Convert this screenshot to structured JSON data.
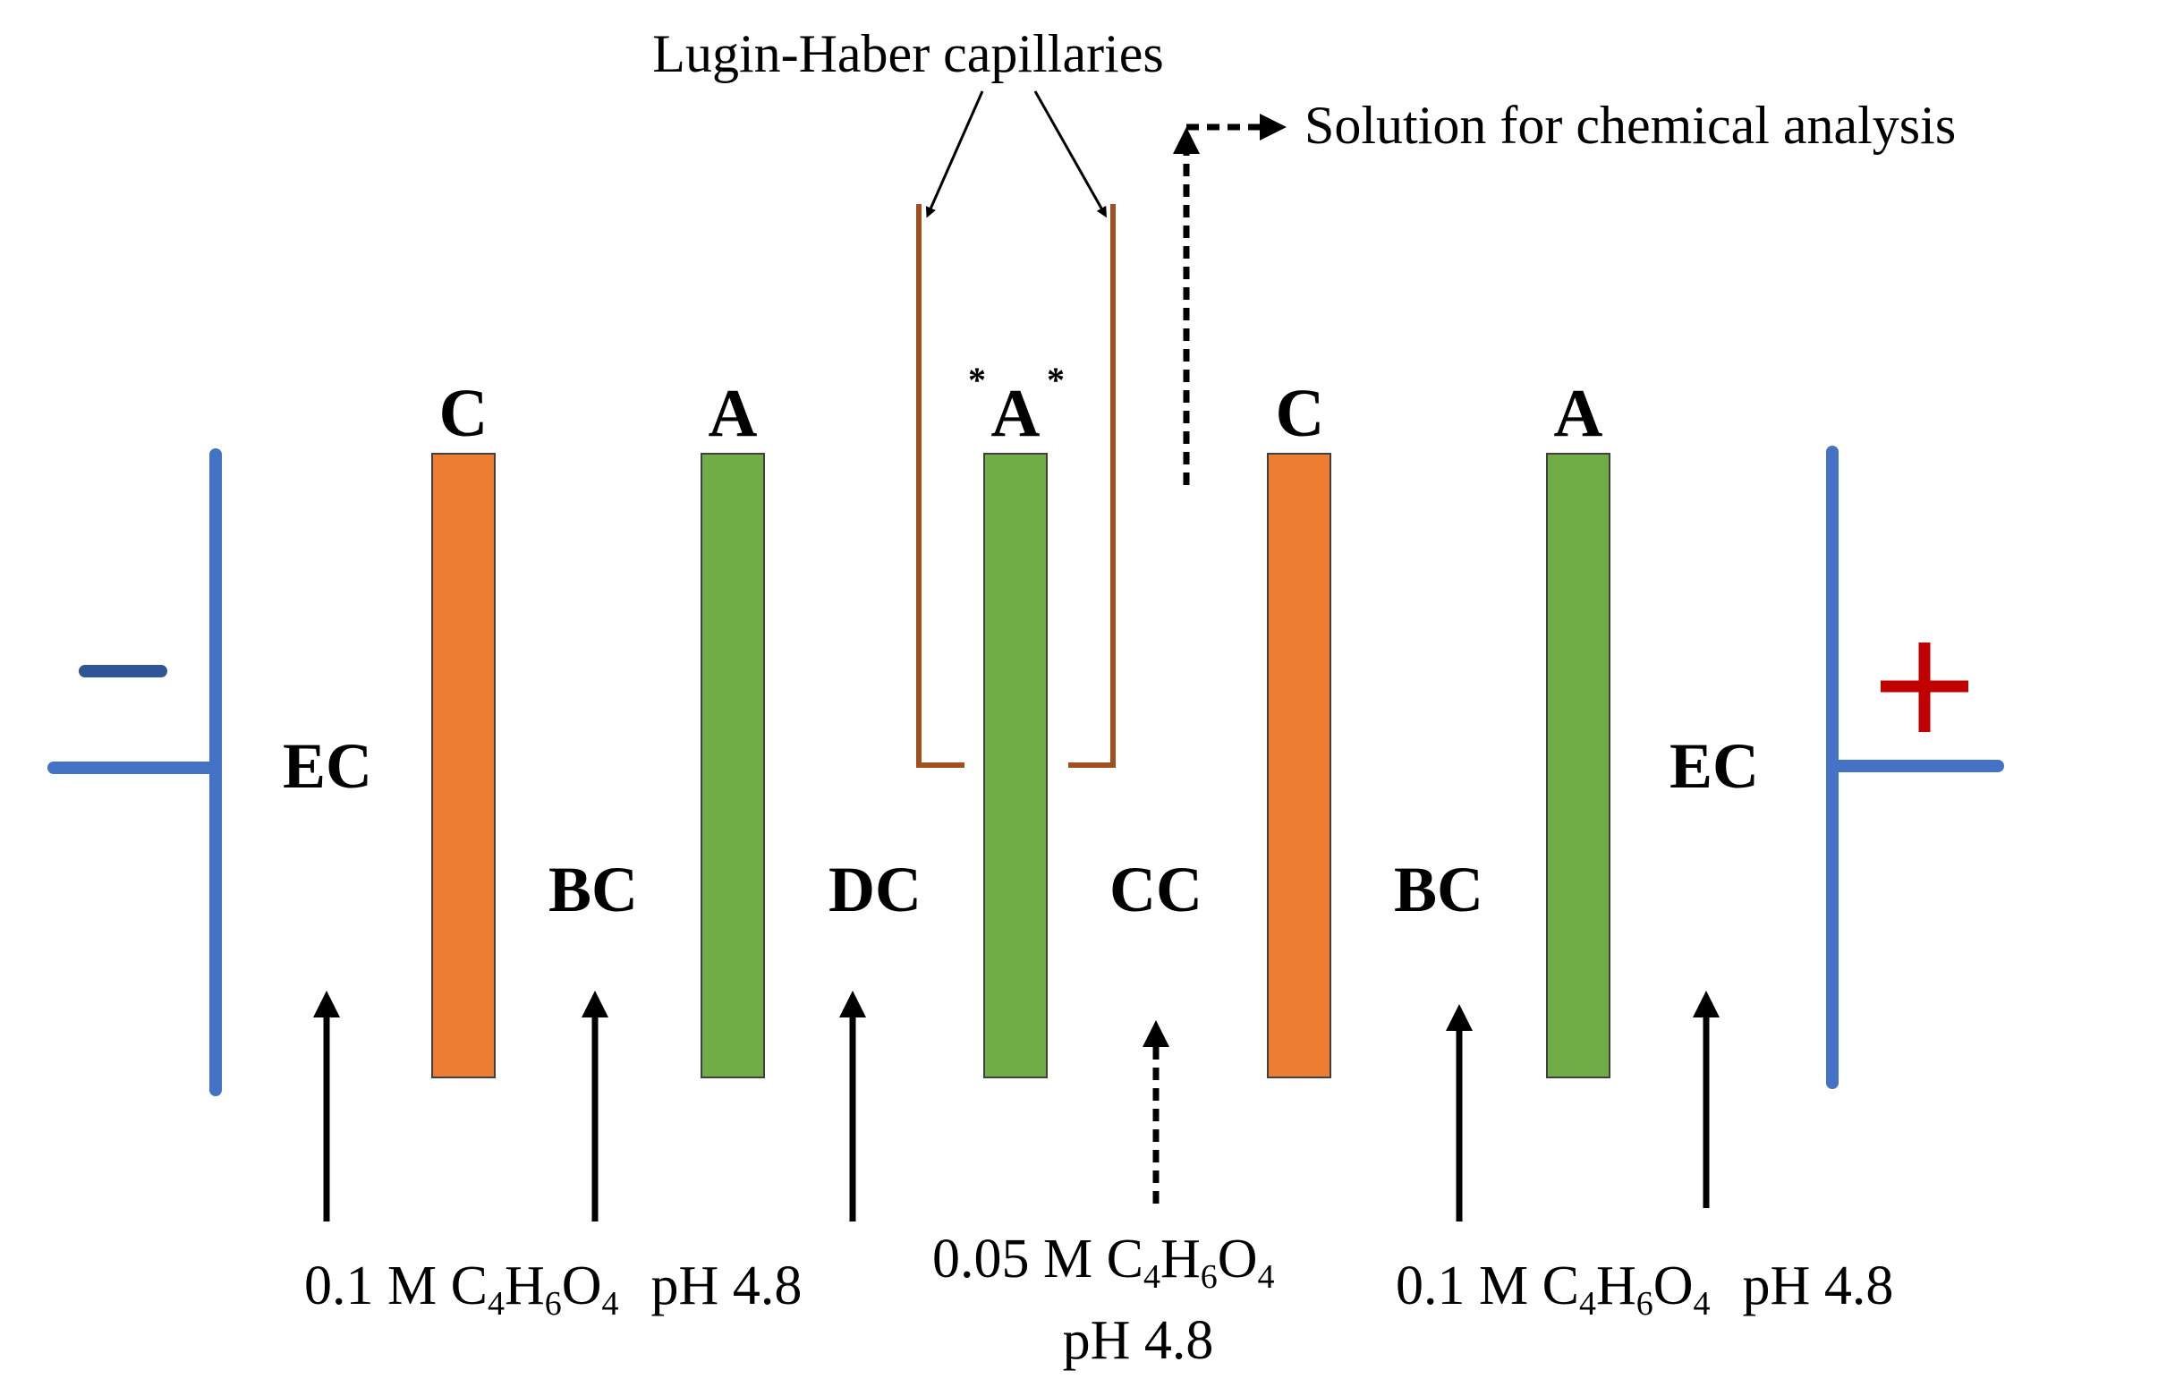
{
  "labels": {
    "capillaries": "Lugin-Haber capillaries",
    "solution_out": "Solution for chemical analysis",
    "minus_sign": "−",
    "plus_sign": "+"
  },
  "membranes": [
    {
      "label": "C",
      "type": "cation",
      "color": "#ed7d31"
    },
    {
      "label": "A",
      "type": "anion",
      "color": "#70ad47"
    },
    {
      "label": "A",
      "type": "anion",
      "color": "#70ad47",
      "star": "*"
    },
    {
      "label": "C",
      "type": "cation",
      "color": "#ed7d31"
    },
    {
      "label": "A",
      "type": "anion",
      "color": "#70ad47"
    }
  ],
  "compartments": {
    "ec_left": "EC",
    "bc_left": "BC",
    "dc": "DC",
    "cc": "CC",
    "bc_right": "BC",
    "ec_right": "EC"
  },
  "feeds": {
    "left": {
      "conc": "0.1 M C",
      "s1": "4",
      "h": "H",
      "s2": "6",
      "o": "O",
      "s3": "4",
      "ph": "pH 4.8"
    },
    "center": {
      "conc": "0.05 M C",
      "s1": "4",
      "h": "H",
      "s2": "6",
      "o": "O",
      "s3": "4",
      "ph": "pH 4.8"
    },
    "right": {
      "conc": "0.1 M C",
      "s1": "4",
      "h": "H",
      "s2": "6",
      "o": "O",
      "s3": "4",
      "ph": "pH 4.8"
    }
  },
  "colors": {
    "electrode": "#4472c4",
    "minus": "#2f5597",
    "plus": "#c00000",
    "capillary": "#a0501e",
    "arrow": "#000000"
  }
}
